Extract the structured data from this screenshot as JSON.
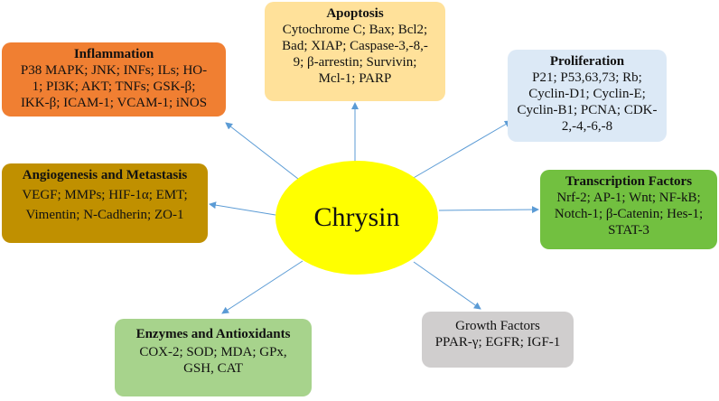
{
  "center": {
    "label": "Chrysin",
    "color": "#ffff00"
  },
  "boxes": {
    "apoptosis": {
      "title": "Apoptosis",
      "lines": [
        "Cytochrome C; Bax; Bcl2;",
        "Bad; XIAP; Caspase-3,-8,-",
        "9; β-arrestin; Survivin;",
        "Mcl-1; PARP"
      ],
      "color": "#ffe19a"
    },
    "inflammation": {
      "title": "Inflammation",
      "lines": [
        "P38 MAPK; JNK; INFs; ILs; HO-",
        "1; PI3K; AKT; TNFs; GSK-β;",
        "IKK-β; ICAM-1; VCAM-1; iNOS"
      ],
      "color": "#f07f32"
    },
    "proliferation": {
      "title": "Proliferation",
      "lines": [
        "P21; P53,63,73; Rb;",
        "Cyclin-D1; Cyclin-E;",
        "Cyclin-B1; PCNA; CDK-",
        "2,-4,-6,-8"
      ],
      "color": "#dce9f6"
    },
    "angiogenesis": {
      "title": "Angiogenesis and Metastasis",
      "lines": [
        "VEGF; MMPs; HIF-1α; EMT;",
        "Vimentin; N-Cadherin; ZO-1"
      ],
      "color": "#c09000"
    },
    "transcription": {
      "title": "Transcription Factors",
      "lines": [
        "Nrf-2; AP-1; Wnt; NF-kB;",
        "Notch-1; β-Catenin; Hes-1;",
        "STAT-3"
      ],
      "color": "#72c040"
    },
    "enzymes": {
      "title": "Enzymes and Antioxidants",
      "lines": [
        "COX-2; SOD; MDA; GPx,",
        "GSH, CAT"
      ],
      "color": "#a7d38c"
    },
    "growth": {
      "title": "Growth Factors",
      "lines": [
        "PPAR-γ; EGFR; IGF-1"
      ],
      "color": "#d0cece"
    }
  },
  "arrow_color": "#5b9bd5"
}
